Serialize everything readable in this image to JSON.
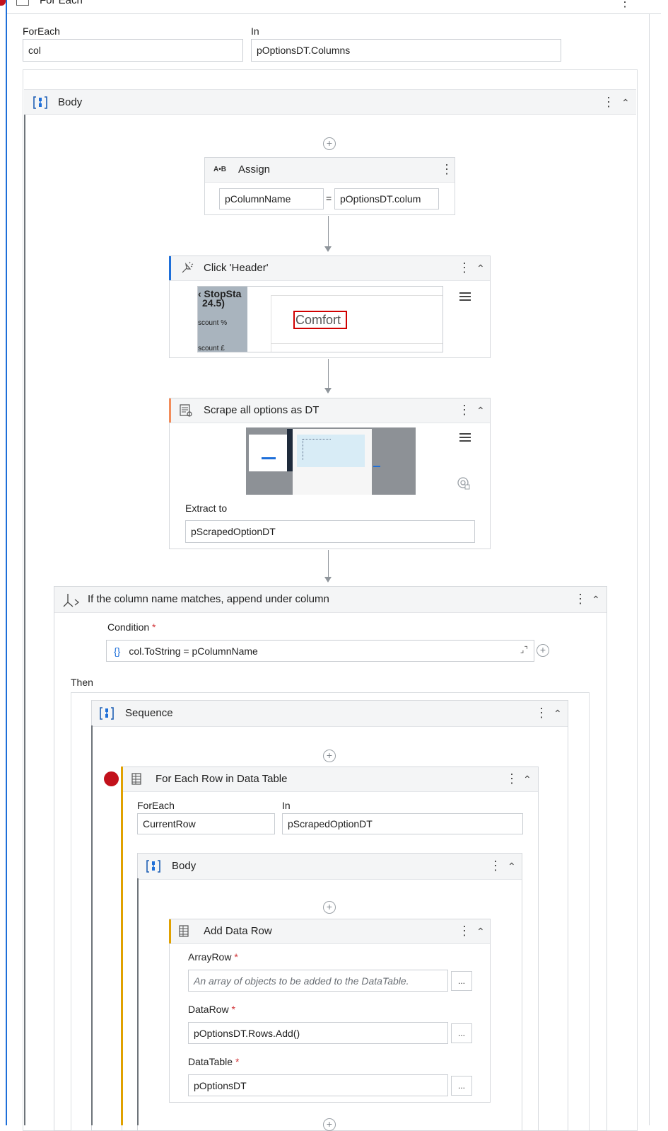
{
  "foreach_outer": {
    "title": "For Each",
    "foreach_label": "ForEach",
    "in_label": "In",
    "foreach_value": "col",
    "in_value": "pOptionsDT.Columns"
  },
  "body_outer": {
    "title": "Body"
  },
  "assign": {
    "title": "Assign",
    "icon_text": "A•B",
    "left_value": "pColumnName",
    "equals": "=",
    "right_value": "pOptionsDT.colum"
  },
  "click": {
    "title": "Click 'Header'",
    "preview": {
      "line1": "‹ StopSta",
      "line2": "24.5)",
      "line3": "scount %",
      "line4": "scount £",
      "target_text": "Comfort"
    }
  },
  "scrape": {
    "title": "Scrape all options as DT",
    "extract_label": "Extract to",
    "extract_value": "pScrapedOptionDT"
  },
  "if_block": {
    "title": "If the column name matches, append under column",
    "condition_label": "Condition",
    "required_mark": "*",
    "condition_value": "col.ToString = pColumnName",
    "braces": "{}",
    "then_label": "Then"
  },
  "sequence": {
    "title": "Sequence"
  },
  "foreach_row": {
    "title": "For Each Row in Data Table",
    "foreach_label": "ForEach",
    "in_label": "In",
    "foreach_value": "CurrentRow",
    "in_value": "pScrapedOptionDT"
  },
  "body_inner": {
    "title": "Body"
  },
  "add_data_row": {
    "title": "Add Data Row",
    "array_row_label": "ArrayRow",
    "array_row_placeholder": "An array of objects to be added to the DataTable.",
    "data_row_label": "DataRow",
    "data_row_value": "pOptionsDT.Rows.Add()",
    "data_table_label": "DataTable",
    "data_table_value": "pOptionsDT",
    "required_mark": "*",
    "more_button": "..."
  },
  "colors": {
    "selection_blue": "#1e6fd9",
    "click_accent": "#1e6fd9",
    "scrape_accent": "#f28c5a",
    "foreach_row_accent": "#e0a100",
    "breakpoint_red": "#c2111b",
    "target_red": "#d00000"
  }
}
